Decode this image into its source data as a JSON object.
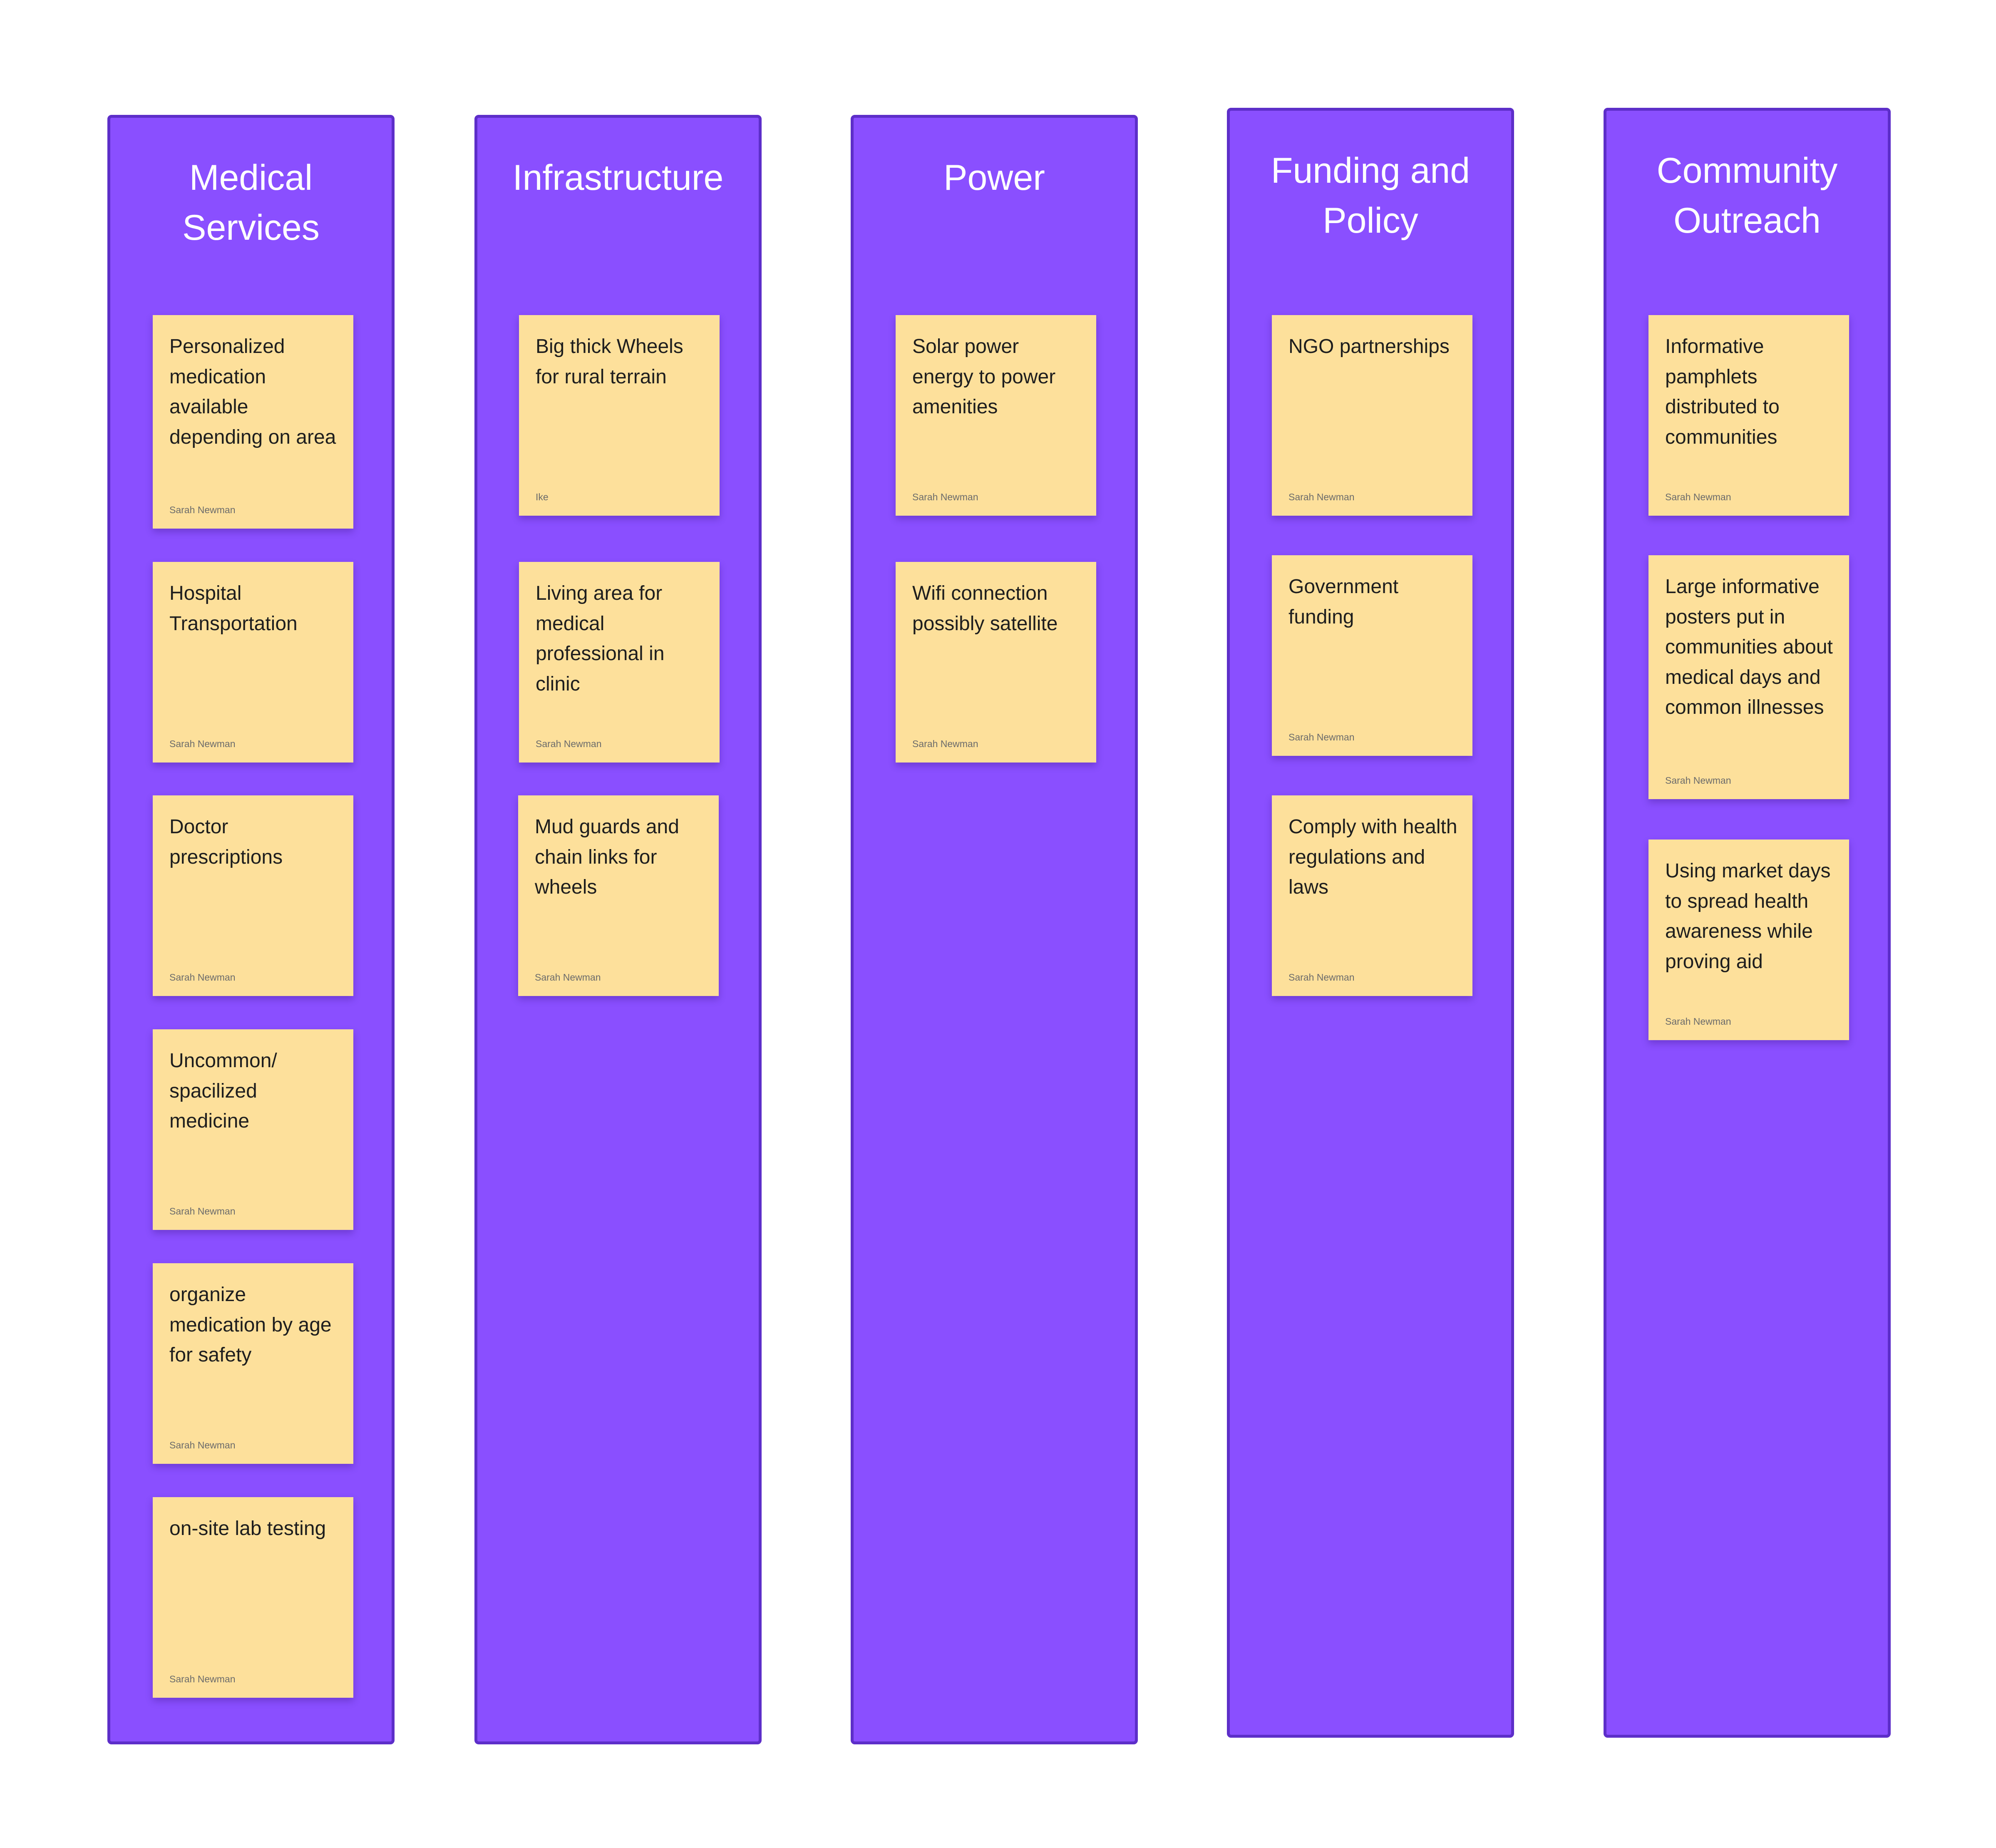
{
  "columns": [
    {
      "title": "Medical\nServices",
      "notes": [
        {
          "text": "Personalized medication available depending on area",
          "author": "Sarah Newman"
        },
        {
          "text": "Hospital Transportation",
          "author": "Sarah Newman"
        },
        {
          "text": "Doctor prescriptions",
          "author": "Sarah Newman"
        },
        {
          "text": "Uncommon/ spacilized medicine",
          "author": "Sarah Newman"
        },
        {
          "text": "organize medication by age for safety",
          "author": "Sarah Newman"
        },
        {
          "text": "on-site lab testing",
          "author": "Sarah Newman"
        }
      ]
    },
    {
      "title": "Infrastructure",
      "notes": [
        {
          "text": "Big thick Wheels for rural terrain",
          "author": "Ike"
        },
        {
          "text": "Living area for medical professional in clinic",
          "author": "Sarah Newman"
        },
        {
          "text": "Mud guards and chain links for wheels",
          "author": "Sarah Newman"
        }
      ]
    },
    {
      "title": "Power",
      "notes": [
        {
          "text": "Solar power energy to power amenities",
          "author": "Sarah Newman"
        },
        {
          "text": "Wifi connection possibly satellite",
          "author": "Sarah Newman"
        }
      ]
    },
    {
      "title": "Funding and\nPolicy",
      "notes": [
        {
          "text": "NGO partnerships",
          "author": "Sarah Newman"
        },
        {
          "text": "Government funding",
          "author": "Sarah Newman"
        },
        {
          "text": "Comply with health regulations and laws",
          "author": "Sarah Newman"
        }
      ]
    },
    {
      "title": "Community\nOutreach",
      "notes": [
        {
          "text": "Informative pamphlets distributed to communities",
          "author": "Sarah Newman"
        },
        {
          "text": "Large informative posters put in communities about medical days and common illnesses",
          "author": "Sarah Newman"
        },
        {
          "text": "Using market days to spread health awareness while proving aid",
          "author": "Sarah Newman"
        }
      ]
    }
  ],
  "colors": {
    "column_fill": "#8a4fff",
    "column_border": "#5d2ec9",
    "note_fill": "#fde09b",
    "title_text": "#ffffff"
  }
}
